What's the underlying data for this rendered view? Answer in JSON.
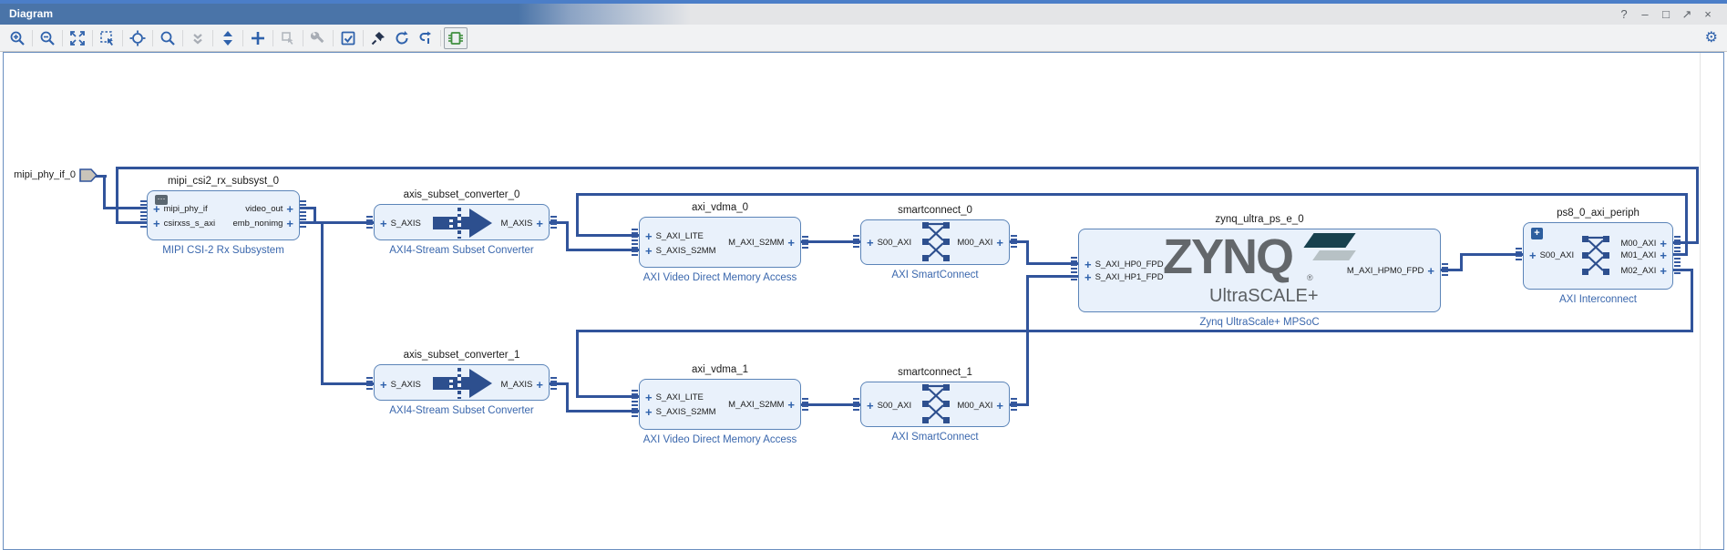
{
  "window": {
    "title": "Diagram",
    "controls": {
      "help": "?",
      "minimize": "–",
      "maximize": "□",
      "float": "↗",
      "close": "×"
    }
  },
  "toolbar": {
    "icons": [
      {
        "name": "zoom-in",
        "enabled": true
      },
      {
        "name": "zoom-out",
        "enabled": true
      },
      {
        "name": "zoom-fit",
        "enabled": true
      },
      {
        "name": "zoom-to-selection",
        "enabled": true
      },
      {
        "name": "autofit-selection",
        "enabled": true
      },
      {
        "name": "search",
        "enabled": true
      },
      {
        "name": "collapse-all",
        "enabled": false
      },
      {
        "name": "expand-all",
        "enabled": true
      },
      {
        "name": "add-ip",
        "enabled": true
      },
      {
        "name": "copy",
        "enabled": false
      },
      {
        "name": "customize-block",
        "enabled": false
      },
      {
        "name": "validate-design",
        "enabled": true
      },
      {
        "name": "pin",
        "enabled": true
      },
      {
        "name": "regenerate-layout",
        "enabled": true
      },
      {
        "name": "optimize-routing",
        "enabled": true
      },
      {
        "name": "interface-view",
        "enabled": true,
        "active": true
      }
    ],
    "settings_icon": "⚙"
  },
  "canvas": {
    "external_ports": [
      {
        "label": "mipi_phy_if_0"
      }
    ],
    "port_expand_glyph": "+",
    "blocks": {
      "mipi": {
        "title": "mipi_csi2_rx_subsyst_0",
        "type_label": "MIPI CSI-2 Rx Subsystem",
        "badge": "⋯",
        "ports_left": [
          "mipi_phy_if",
          "csirxss_s_axi"
        ],
        "ports_right": [
          "video_out",
          "emb_nonimg"
        ]
      },
      "conv0": {
        "title": "axis_subset_converter_0",
        "type_label": "AXI4-Stream Subset Converter",
        "ports_left": [
          "S_AXIS"
        ],
        "ports_right": [
          "M_AXIS"
        ]
      },
      "vdma0": {
        "title": "axi_vdma_0",
        "type_label": "AXI Video Direct Memory Access",
        "ports_left": [
          "S_AXI_LITE",
          "S_AXIS_S2MM"
        ],
        "ports_right": [
          "M_AXI_S2MM"
        ]
      },
      "sc0": {
        "title": "smartconnect_0",
        "type_label": "AXI SmartConnect",
        "ports_left": [
          "S00_AXI"
        ],
        "ports_right": [
          "M00_AXI"
        ]
      },
      "zynq": {
        "title": "zynq_ultra_ps_e_0",
        "type_label": "Zynq UltraScale+ MPSoC",
        "logo_main": "ZYNQ",
        "logo_reg": "®",
        "logo_sub": "UltraSCALE+",
        "ports_left": [
          "S_AXI_HP0_FPD",
          "S_AXI_HP1_FPD"
        ],
        "ports_right": [
          "M_AXI_HPM0_FPD"
        ]
      },
      "ps8": {
        "title": "ps8_0_axi_periph",
        "type_label": "AXI Interconnect",
        "badge": "+",
        "ports_left": [
          "S00_AXI"
        ],
        "ports_right": [
          "M00_AXI",
          "M01_AXI",
          "M02_AXI"
        ]
      },
      "conv1": {
        "title": "axis_subset_converter_1",
        "type_label": "AXI4-Stream Subset Converter",
        "ports_left": [
          "S_AXIS"
        ],
        "ports_right": [
          "M_AXIS"
        ]
      },
      "vdma1": {
        "title": "axi_vdma_1",
        "type_label": "AXI Video Direct Memory Access",
        "ports_left": [
          "S_AXI_LITE",
          "S_AXIS_S2MM"
        ],
        "ports_right": [
          "M_AXI_S2MM"
        ]
      },
      "sc1": {
        "title": "smartconnect_1",
        "type_label": "AXI SmartConnect",
        "ports_left": [
          "S00_AXI"
        ],
        "ports_right": [
          "M00_AXI"
        ]
      }
    },
    "connections": [
      "mipi_phy_if_0 → mipi_csi2_rx_subsyst_0.mipi_phy_if",
      "mipi_csi2_rx_subsyst_0.video_out → axis_subset_converter_0.S_AXIS",
      "mipi_csi2_rx_subsyst_0.emb_nonimg → axis_subset_converter_1.S_AXIS",
      "axis_subset_converter_0.M_AXIS → axi_vdma_0.S_AXIS_S2MM",
      "axis_subset_converter_1.M_AXIS → axi_vdma_1.S_AXIS_S2MM",
      "axi_vdma_0.M_AXI_S2MM → smartconnect_0.S00_AXI",
      "axi_vdma_1.M_AXI_S2MM → smartconnect_1.S00_AXI",
      "smartconnect_0.M00_AXI → zynq_ultra_ps_e_0.S_AXI_HP0_FPD",
      "smartconnect_1.M00_AXI → zynq_ultra_ps_e_0.S_AXI_HP1_FPD",
      "zynq_ultra_ps_e_0.M_AXI_HPM0_FPD → ps8_0_axi_periph.S00_AXI",
      "ps8_0_axi_periph.M00_AXI → mipi_csi2_rx_subsyst_0.csirxss_s_axi",
      "ps8_0_axi_periph.M01_AXI → axi_vdma_0.S_AXI_LITE",
      "ps8_0_axi_periph.M02_AXI → axi_vdma_1.S_AXI_LITE"
    ]
  },
  "colors": {
    "wire": "#31549b",
    "block_fill": "#e9f1fb",
    "block_border": "#5b84b8",
    "type_label_blue": "#3a67ad",
    "titlebar_blue": "#4a74a8",
    "titlebar_stripe": "#4b7ec8",
    "toolbar_bg": "#f1f2f3",
    "active_icon_green": "#3f8f3f",
    "zynq_logo_gray": "#63676b",
    "zynq_para_dark": "#17414e",
    "zynq_para_light": "#b7c1c5",
    "ext_port_fill": "#c9c4ba"
  }
}
